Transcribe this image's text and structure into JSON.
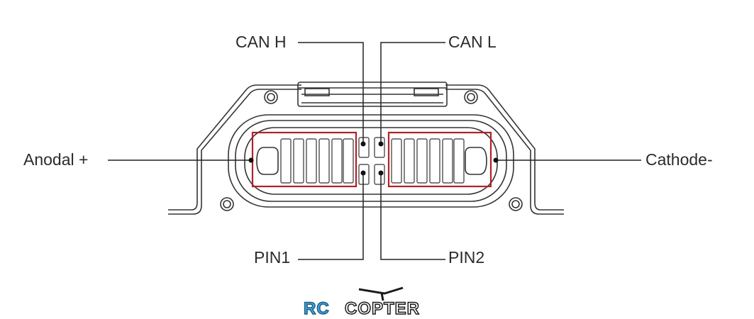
{
  "labels": {
    "can_h": "CAN H",
    "can_l": "CAN L",
    "anodal": "Anodal +",
    "cathode": "Cathode-",
    "pin1": "PIN1",
    "pin2": "PIN2"
  },
  "logo": {
    "rc": "RC",
    "copter": "COPTER"
  },
  "colors": {
    "outline": "#333333",
    "highlight": "#b3202a",
    "logo_blue": "#4aa7d8"
  },
  "icons": [
    "connector-icon",
    "rotor-icon"
  ]
}
